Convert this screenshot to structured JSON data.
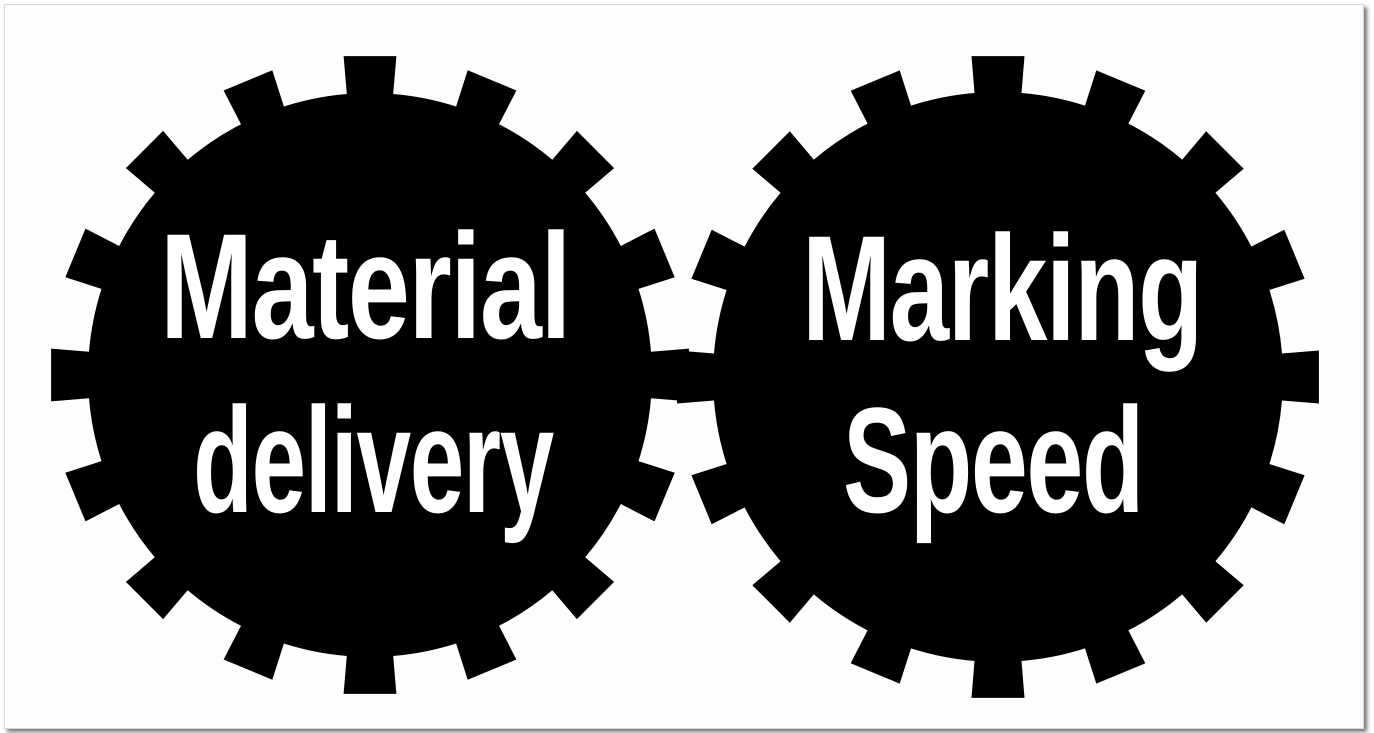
{
  "colors": {
    "gear": "#000000",
    "text": "#ffffff",
    "card_background": "#fdfdfd"
  },
  "gears": [
    {
      "name": "material-delivery",
      "lines": [
        "Material",
        "delivery"
      ]
    },
    {
      "name": "marking-speed",
      "lines": [
        "Marking",
        "Speed"
      ]
    }
  ]
}
